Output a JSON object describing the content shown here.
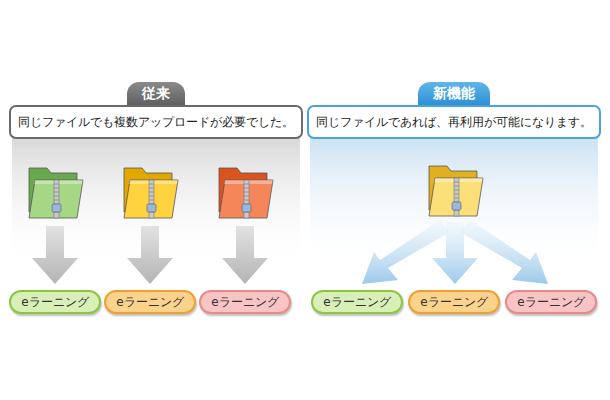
{
  "diagram": {
    "nodes": [
      {
        "text": [
          "従来"
        ]
      },
      {
        "text": [
          "同じファイルでも複数アップロードが必要でした。"
        ]
      },
      {
        "text": [
          "eラーニング"
        ]
      },
      {
        "text": [
          "eラーニング"
        ]
      },
      {
        "text": [
          "eラーニング"
        ]
      },
      {
        "text": [
          "新機能"
        ]
      },
      {
        "text": [
          "同じファイルであれば、再利用が可能になります。"
        ]
      },
      {
        "text": [
          "eラーニング"
        ]
      },
      {
        "text": [
          "eラーニング"
        ]
      },
      {
        "text": [
          "eラーニング"
        ]
      }
    ]
  }
}
